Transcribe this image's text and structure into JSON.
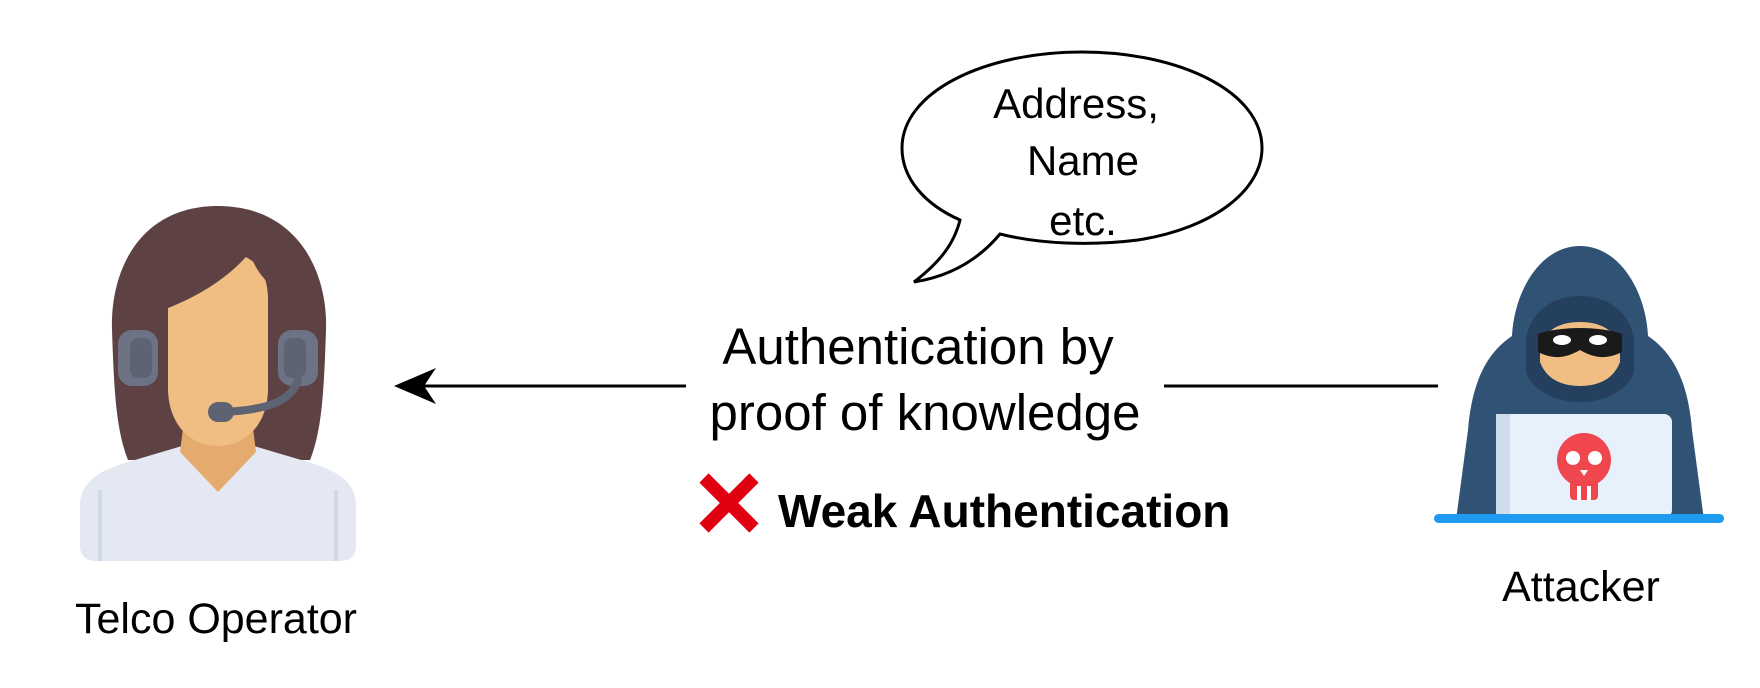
{
  "operator": {
    "label": "Telco Operator",
    "icon": "customer-service-woman-icon"
  },
  "attacker": {
    "label": "Attacker",
    "icon": "hooded-hacker-laptop-icon"
  },
  "connector": {
    "label_line1": "Authentication by",
    "label_line2": "proof of knowledge",
    "direction": "attacker-to-operator"
  },
  "speech_bubble": {
    "line1": "Address,",
    "line2": "Name",
    "line3": "etc."
  },
  "status": {
    "icon": "red-cross-icon",
    "text": "Weak Authentication"
  },
  "colors": {
    "hair": "#5d4143",
    "skin": "#f0be82",
    "skin_shade": "#e4aa6e",
    "shirt": "#e3e8f3",
    "headset": "#5d6373",
    "hood": "#2f5275",
    "hood_dark": "#24405e",
    "mask": "#1a1a1a",
    "laptop": "#e6f1fb",
    "laptop_base": "#1e9bf0",
    "skull": "#f0474f",
    "cross": "#e0000f"
  }
}
